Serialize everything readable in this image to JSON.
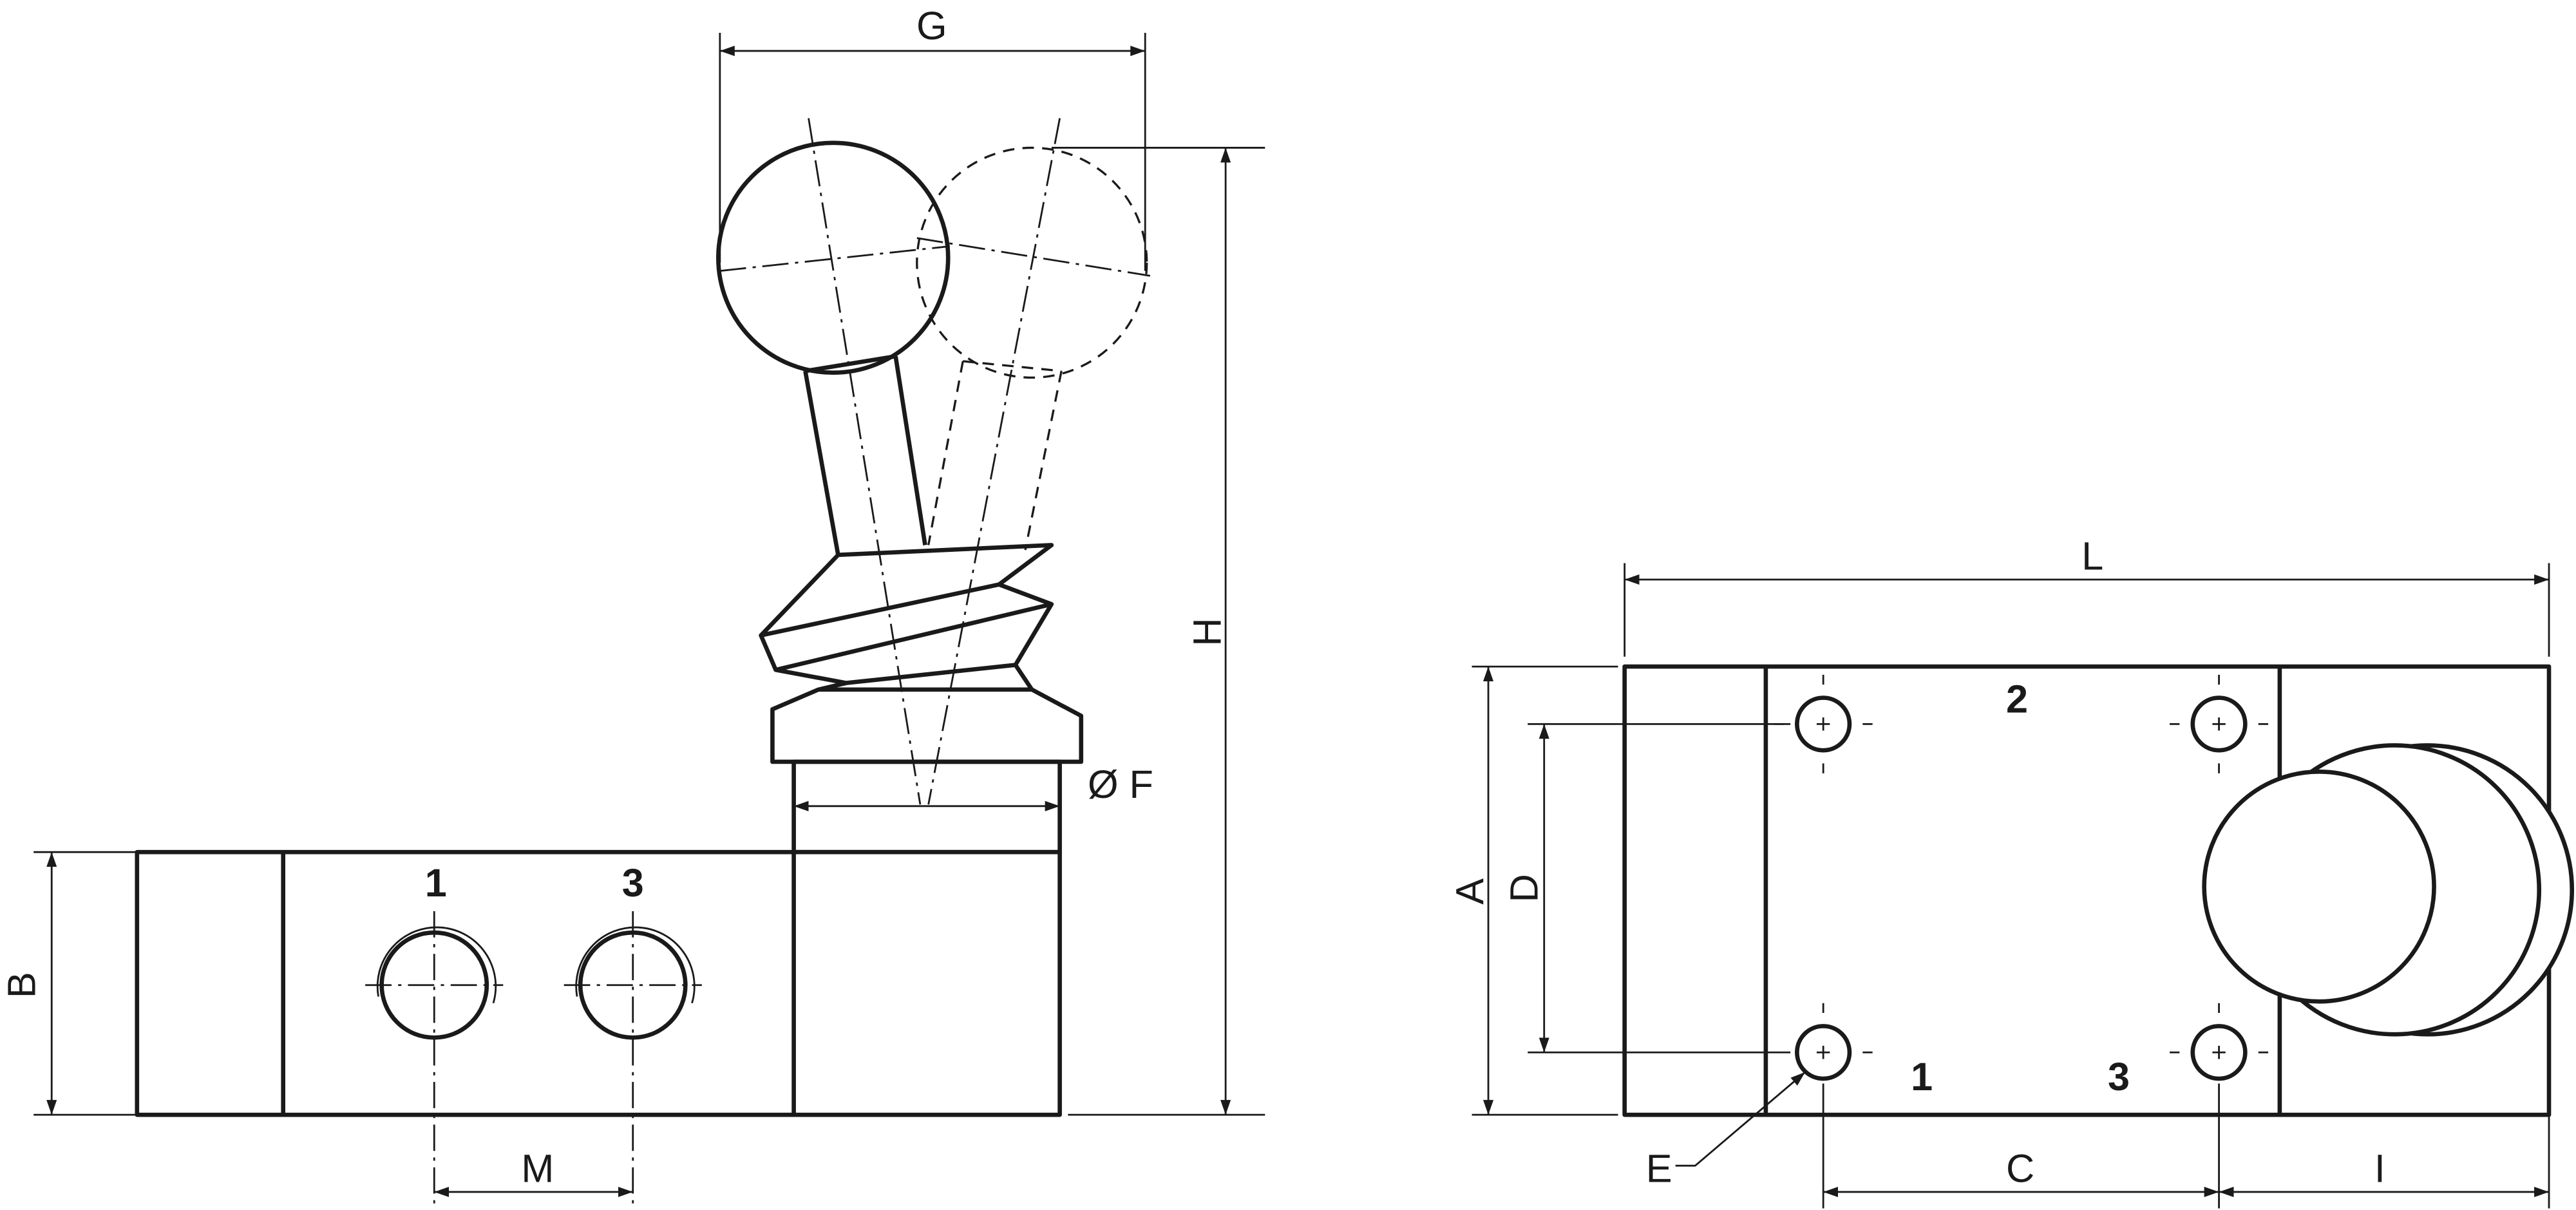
{
  "side_view": {
    "dimensions": {
      "G": "G",
      "H": "H",
      "F": "Ø F",
      "B": "B",
      "M": "M"
    },
    "ports": [
      "1",
      "3"
    ]
  },
  "top_view": {
    "dimensions": {
      "L": "L",
      "A": "A",
      "D": "D",
      "C": "C",
      "I": "I",
      "E": "E"
    },
    "ports": [
      "2",
      "1",
      "3"
    ]
  }
}
